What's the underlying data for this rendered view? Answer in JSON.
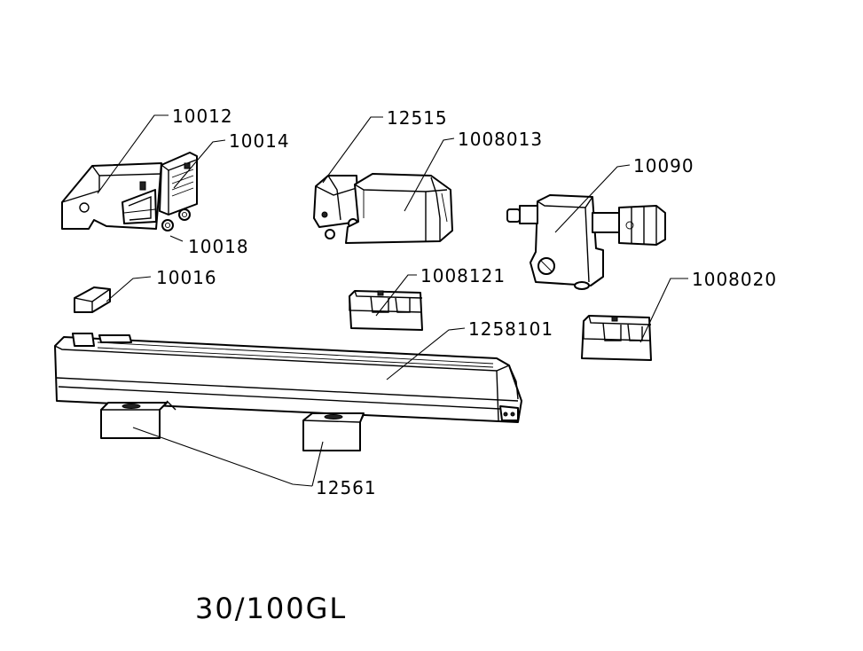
{
  "title": "30/100GL",
  "parts": {
    "p10012": "10012",
    "p10014": "10014",
    "p12515": "12515",
    "p1008013": "1008013",
    "p10090": "10090",
    "p10018": "10018",
    "p10016": "10016",
    "p1008121": "1008121",
    "p1008020": "1008020",
    "p1258101": "1258101",
    "p12561": "12561"
  }
}
